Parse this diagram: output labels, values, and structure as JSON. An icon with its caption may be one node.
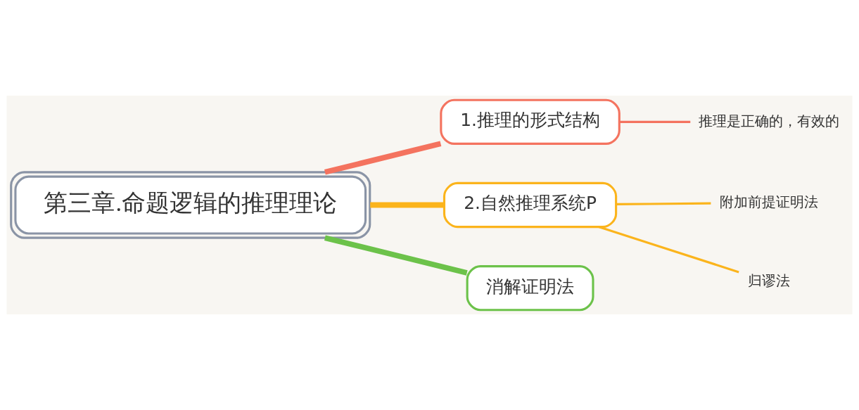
{
  "diagram": {
    "nodes": [
      {
        "text": [
          "第三章.命题逻辑的推理理论"
        ]
      },
      {
        "text": [
          "1.推理的形式结构"
        ]
      },
      {
        "text": [
          "推理是正确的，有效的"
        ]
      },
      {
        "text": [
          "2.自然推理系统P"
        ]
      },
      {
        "text": [
          "附加前提证明法"
        ]
      },
      {
        "text": [
          "归谬法"
        ]
      },
      {
        "text": [
          "消解证明法"
        ]
      }
    ],
    "edges": [
      {
        "from": 0,
        "to": 1,
        "arrow": "none",
        "style": "thick",
        "color": "#f4735f"
      },
      {
        "from": 1,
        "to": 2,
        "arrow": "none",
        "color": "#f4735f"
      },
      {
        "from": 0,
        "to": 3,
        "arrow": "none",
        "style": "thick",
        "color": "#fbb41c"
      },
      {
        "from": 3,
        "to": 4,
        "arrow": "none",
        "color": "#fbb41c"
      },
      {
        "from": 3,
        "to": 5,
        "arrow": "none",
        "color": "#fbb41c"
      },
      {
        "from": 0,
        "to": 6,
        "arrow": "none",
        "style": "thick",
        "color": "#6cc24a"
      }
    ]
  }
}
